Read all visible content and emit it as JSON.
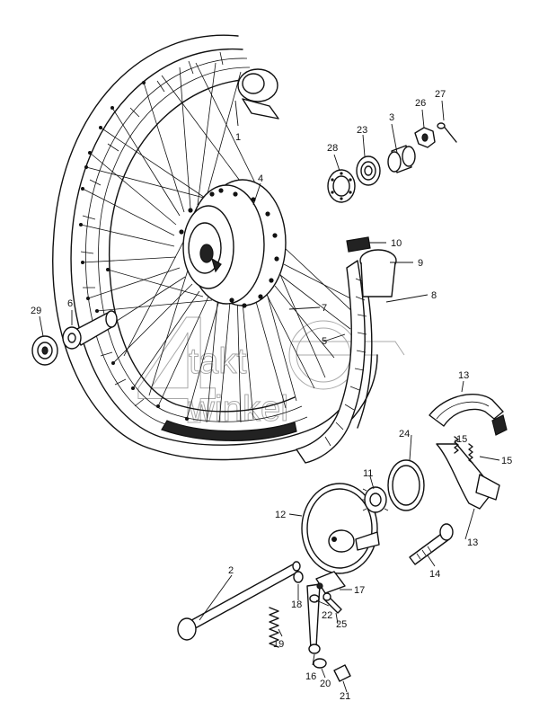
{
  "watermark": {
    "digit": "4",
    "line1": "takt",
    "line2": "winkel"
  },
  "callouts": {
    "p1": "1",
    "p2": "2",
    "p3": "3",
    "p4": "4",
    "p5": "5",
    "p6": "6",
    "p7": "7",
    "p8": "8",
    "p9": "9",
    "p10": "10",
    "p11": "11",
    "p12": "12",
    "p13a": "13",
    "p13b": "13",
    "p14": "14",
    "p15a": "15",
    "p15b": "15",
    "p16": "16",
    "p17": "17",
    "p18": "18",
    "p19": "19",
    "p20": "20",
    "p21": "21",
    "p22": "22",
    "p23": "23",
    "p24": "24",
    "p25": "25",
    "p26": "26",
    "p27": "27",
    "p28": "28",
    "p29": "29"
  }
}
